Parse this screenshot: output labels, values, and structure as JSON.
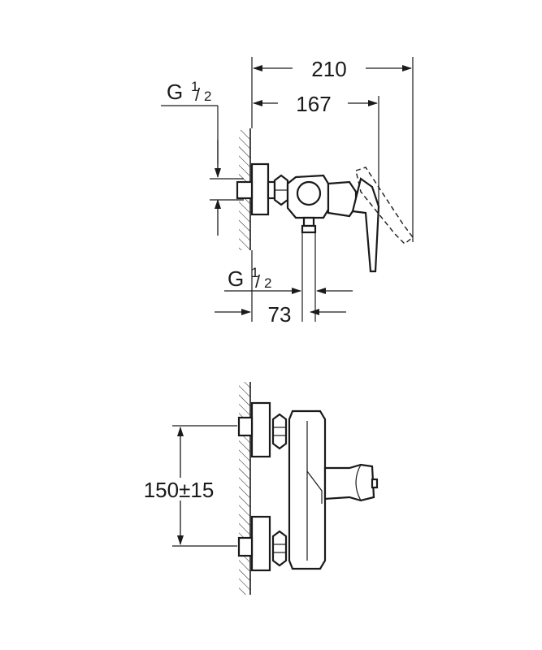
{
  "top_view": {
    "width_overall": "210",
    "width_inner": "167",
    "thread_top": {
      "letter": "G",
      "num": "1",
      "den": "2"
    },
    "thread_bottom": {
      "letter": "G",
      "num": "1",
      "den": "2"
    },
    "outlet_offset": "73"
  },
  "front_view": {
    "center_distance": "150±15"
  },
  "colors": {
    "line": "#1a1a1a",
    "background": "#ffffff"
  }
}
